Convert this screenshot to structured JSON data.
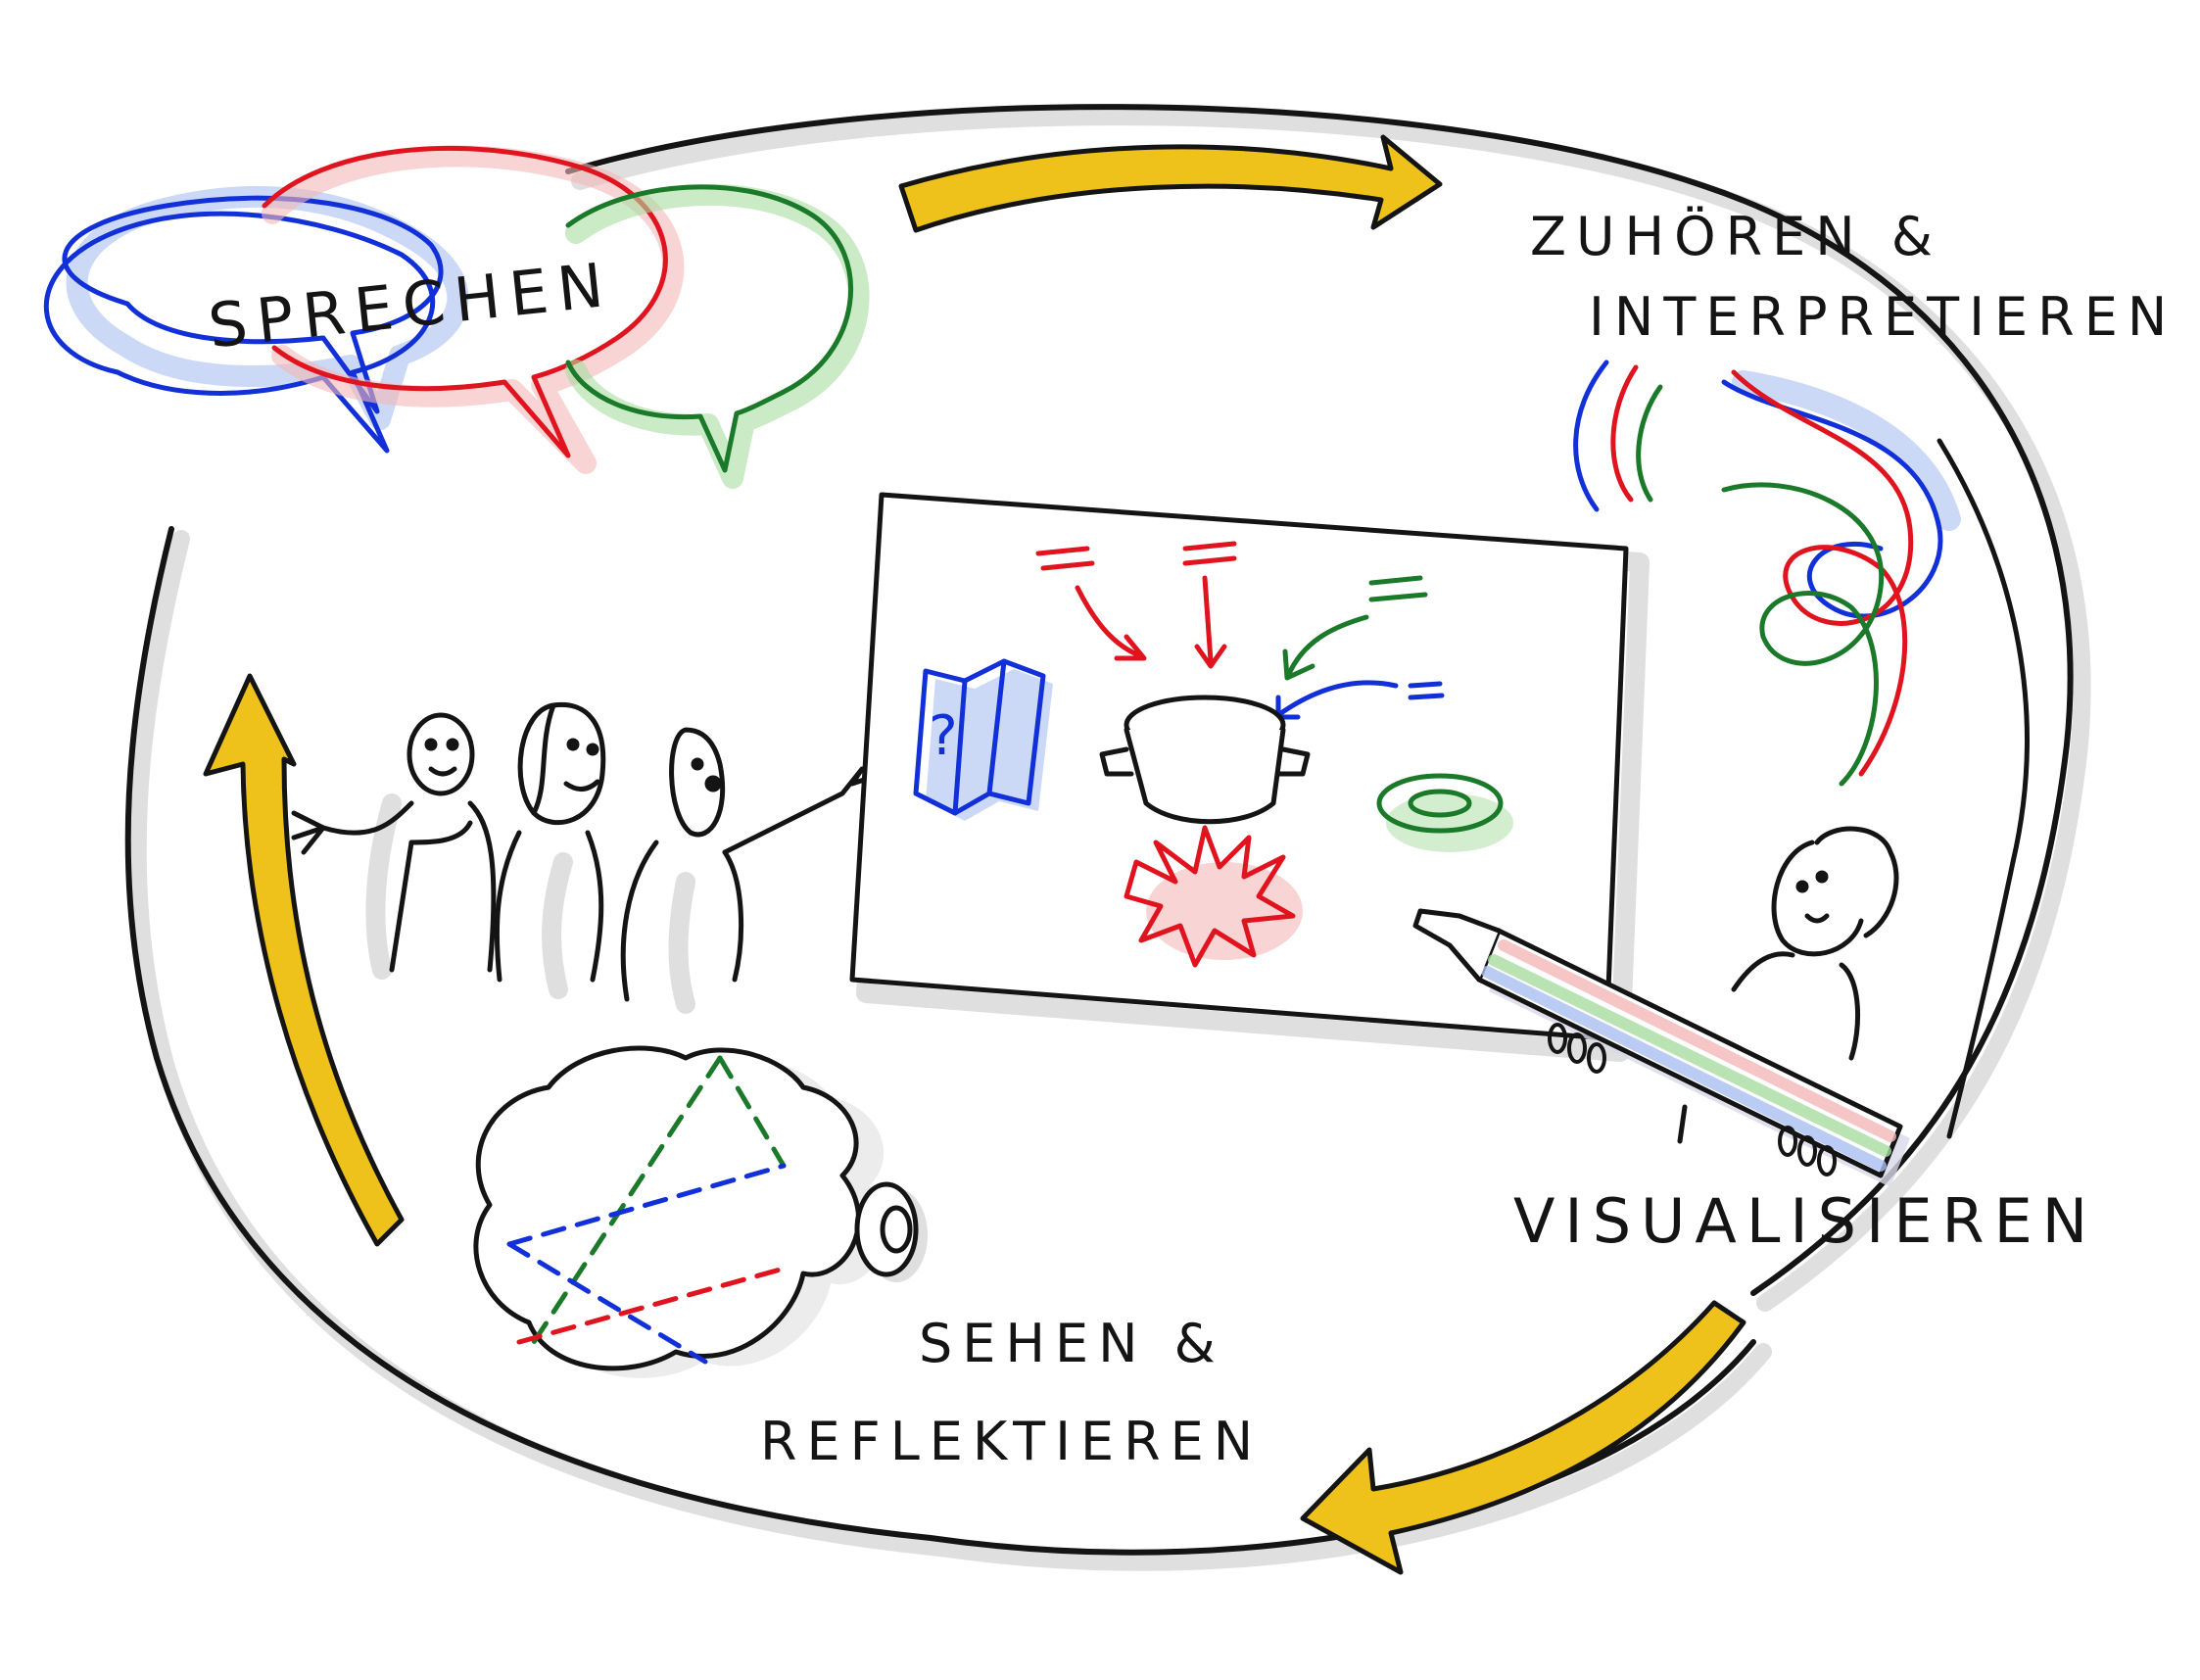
{
  "labels": {
    "sprechen": "SPRECHEN",
    "zuhoeren_line1": "ZUHÖREN &",
    "zuhoeren_line2": "INTERPRETIEREN",
    "visualisieren": "VISUALISIEREN",
    "sehen_line1": "SEHEN &",
    "sehen_line2": "REFLEKTIEREN",
    "question_mark": "?"
  },
  "colors": {
    "ink": "#141414",
    "red": "#e0141e",
    "blue": "#1230d8",
    "green": "#1a7a2a",
    "yellow": "#eec21a",
    "shadow_gray": "#d2d2d2",
    "pale_red": "#f4b8b8",
    "pale_blue": "#a9bff0",
    "pale_green": "#a8dca0"
  },
  "icons": {
    "speech_bubbles": "speech-bubbles-icon",
    "people": "people-group-icon",
    "flipchart": "flipchart-board-icon",
    "pot": "cooking-pot-icon",
    "fire": "fire-icon",
    "map": "map-icon",
    "spiral": "spiral-icon",
    "marker": "marker-pen-icon",
    "brain": "brain-icon",
    "eye": "eye-icon",
    "listener": "listener-person-icon",
    "swirl": "thought-swirl-icon",
    "arrow": "cycle-arrow-icon"
  }
}
